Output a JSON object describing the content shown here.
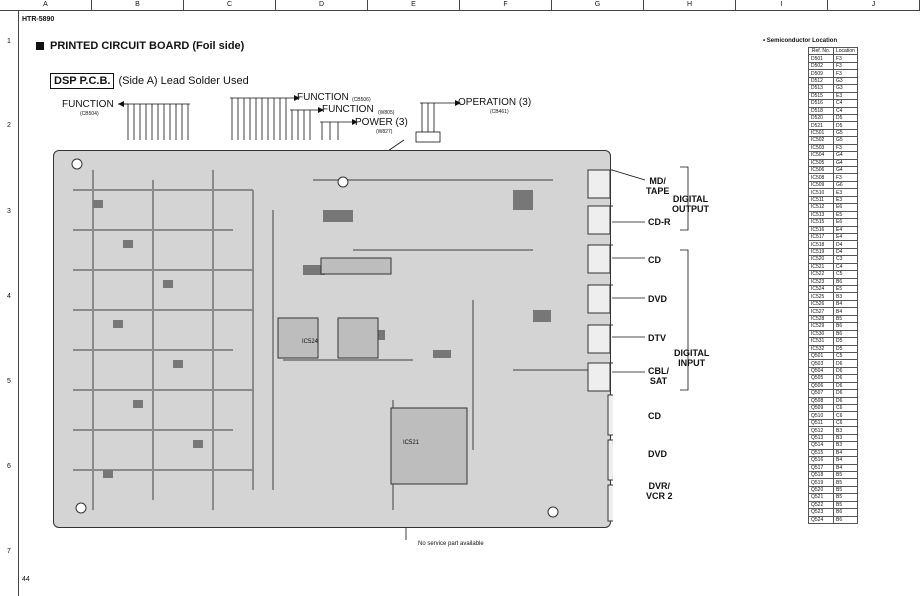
{
  "grid": {
    "columns": [
      "A",
      "B",
      "C",
      "D",
      "E",
      "F",
      "G",
      "H",
      "I",
      "J"
    ],
    "rows": [
      "1",
      "2",
      "3",
      "4",
      "5",
      "6",
      "7"
    ]
  },
  "header": {
    "model": "HTR-5890",
    "section_title": "PRINTED CIRCUIT BOARD (Foil side)",
    "board_name": "DSP P.C.B.",
    "board_note": "(Side A) Lead Solder Used"
  },
  "connectors": {
    "function_cb504": {
      "label": "FUNCTION",
      "sub": "(CB504)"
    },
    "function_cb506": {
      "label": "FUNCTION",
      "sub": "(CB506)"
    },
    "function_w805": {
      "label": "FUNCTION",
      "sub": "(W805)"
    },
    "power": {
      "label": "POWER (3)",
      "sub": "(W827)"
    },
    "operation": {
      "label": "OPERATION (3)",
      "sub": "(CB461)"
    }
  },
  "io_labels": {
    "md_tape": "MD/\nTAPE",
    "digital_output": "DIGITAL\nOUTPUT",
    "cd_r": "CD-R",
    "cd_opt": "CD",
    "dvd_opt": "DVD",
    "dtv": "DTV",
    "digital_input": "DIGITAL\nINPUT",
    "cbl_sat": "CBL/\nSAT",
    "cd_coax": "CD",
    "dvd_coax": "DVD",
    "dvr_vcr2": "DVR/\nVCR 2"
  },
  "chips": {
    "ic521": "IC521",
    "ic524": "IC524"
  },
  "footer": {
    "page_number": "44",
    "no_service_note": "No service part available"
  },
  "semiconductor": {
    "title": "• Semiconductor Location",
    "headers": [
      "Ref. No.",
      "Location"
    ],
    "rows": [
      [
        "D501",
        "F3"
      ],
      [
        "D502",
        "F3"
      ],
      [
        "D509",
        "F3"
      ],
      [
        "D512",
        "G3"
      ],
      [
        "D513",
        "G3"
      ],
      [
        "D515",
        "E3"
      ],
      [
        "D516",
        "C4"
      ],
      [
        "D518",
        "C4"
      ],
      [
        "D520",
        "D5"
      ],
      [
        "D521",
        "D5"
      ],
      [
        "IC501",
        "G5"
      ],
      [
        "IC502",
        "G5"
      ],
      [
        "IC503",
        "F3"
      ],
      [
        "IC504",
        "G4"
      ],
      [
        "IC505",
        "G4"
      ],
      [
        "IC506",
        "G4"
      ],
      [
        "IC508",
        "F3"
      ],
      [
        "IC509",
        "G6"
      ],
      [
        "IC510",
        "E3"
      ],
      [
        "IC511",
        "E3"
      ],
      [
        "IC512",
        "E6"
      ],
      [
        "IC513",
        "E5"
      ],
      [
        "IC515",
        "E6"
      ],
      [
        "IC516",
        "E4"
      ],
      [
        "IC517",
        "E4"
      ],
      [
        "IC518",
        "D4"
      ],
      [
        "IC519",
        "D4"
      ],
      [
        "IC520",
        "C3"
      ],
      [
        "IC521",
        "C4"
      ],
      [
        "IC522",
        "C5"
      ],
      [
        "IC523",
        "B6"
      ],
      [
        "IC524",
        "E5"
      ],
      [
        "IC525",
        "B3"
      ],
      [
        "IC526",
        "B4"
      ],
      [
        "IC527",
        "B4"
      ],
      [
        "IC528",
        "B5"
      ],
      [
        "IC529",
        "B6"
      ],
      [
        "IC530",
        "B6"
      ],
      [
        "IC531",
        "D5"
      ],
      [
        "IC532",
        "D5"
      ],
      [
        "Q501",
        "C5"
      ],
      [
        "Q503",
        "D6"
      ],
      [
        "Q504",
        "D6"
      ],
      [
        "Q505",
        "D6"
      ],
      [
        "Q506",
        "D6"
      ],
      [
        "Q507",
        "D6"
      ],
      [
        "Q508",
        "D6"
      ],
      [
        "Q509",
        "C6"
      ],
      [
        "Q510",
        "C6"
      ],
      [
        "Q511",
        "C6"
      ],
      [
        "Q512",
        "B3"
      ],
      [
        "Q513",
        "B3"
      ],
      [
        "Q514",
        "B3"
      ],
      [
        "Q515",
        "B4"
      ],
      [
        "Q516",
        "B4"
      ],
      [
        "Q517",
        "B4"
      ],
      [
        "Q518",
        "B5"
      ],
      [
        "Q519",
        "B5"
      ],
      [
        "Q520",
        "B5"
      ],
      [
        "Q521",
        "B5"
      ],
      [
        "Q522",
        "B5"
      ],
      [
        "Q523",
        "B6"
      ],
      [
        "Q524",
        "B6"
      ]
    ]
  }
}
